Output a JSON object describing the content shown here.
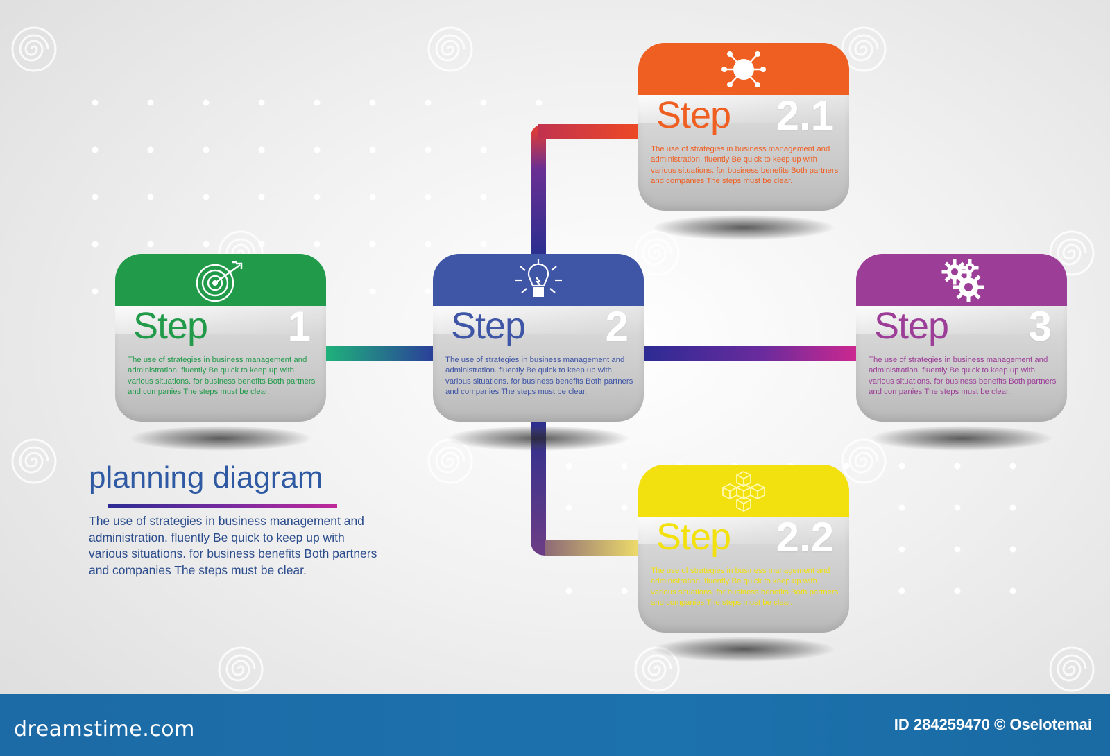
{
  "colors": {
    "step1": "#219a4a",
    "step2": "#3f55a6",
    "step2_1": "#f05f22",
    "step2_2": "#f2e10f",
    "step3": "#9c3e98",
    "title": "#2f5aa3",
    "footer": "#1c6aa6"
  },
  "diagram": {
    "title": "planning diagram",
    "description": "The use of strategies in business management and administration. fluently Be quick to keep up with various situations. for business benefits Both partners and companies The steps must be clear."
  },
  "steps": {
    "step1": {
      "word": "Step",
      "number": "1",
      "icon": "target-icon",
      "text": "The use of strategies in business management and administration. fluently Be quick to keep up with various situations. for business benefits Both partners and companies The steps must be clear."
    },
    "step2": {
      "word": "Step",
      "number": "2",
      "icon": "lightbulb-icon",
      "text": "The use of strategies in business management and administration. fluently Be quick to keep up with various situations. for business benefits Both partners and companies The steps must be clear."
    },
    "step2_1": {
      "word": "Step",
      "number": "2.1",
      "icon": "network-icon",
      "text": "The use of strategies in business management and administration. fluently Be quick to keep up with various situations. for business benefits Both partners and companies The steps must be clear."
    },
    "step2_2": {
      "word": "Step",
      "number": "2.2",
      "icon": "cubes-icon",
      "text": "The use of strategies in business management and administration. fluently Be quick to keep up with various situations. for business benefits Both partners and companies The steps must be clear."
    },
    "step3": {
      "word": "Step",
      "number": "3",
      "icon": "gears-icon",
      "text": "The use of strategies in business management and administration. fluently Be quick to keep up with various situations. for business benefits Both partners and companies The steps must be clear."
    }
  },
  "watermark": {
    "text": "dreamstime",
    "icon": "swirl-icon"
  },
  "footer": {
    "logo": "dreamstime.com",
    "id_text": "ID 284259470 © Oselotemai"
  }
}
